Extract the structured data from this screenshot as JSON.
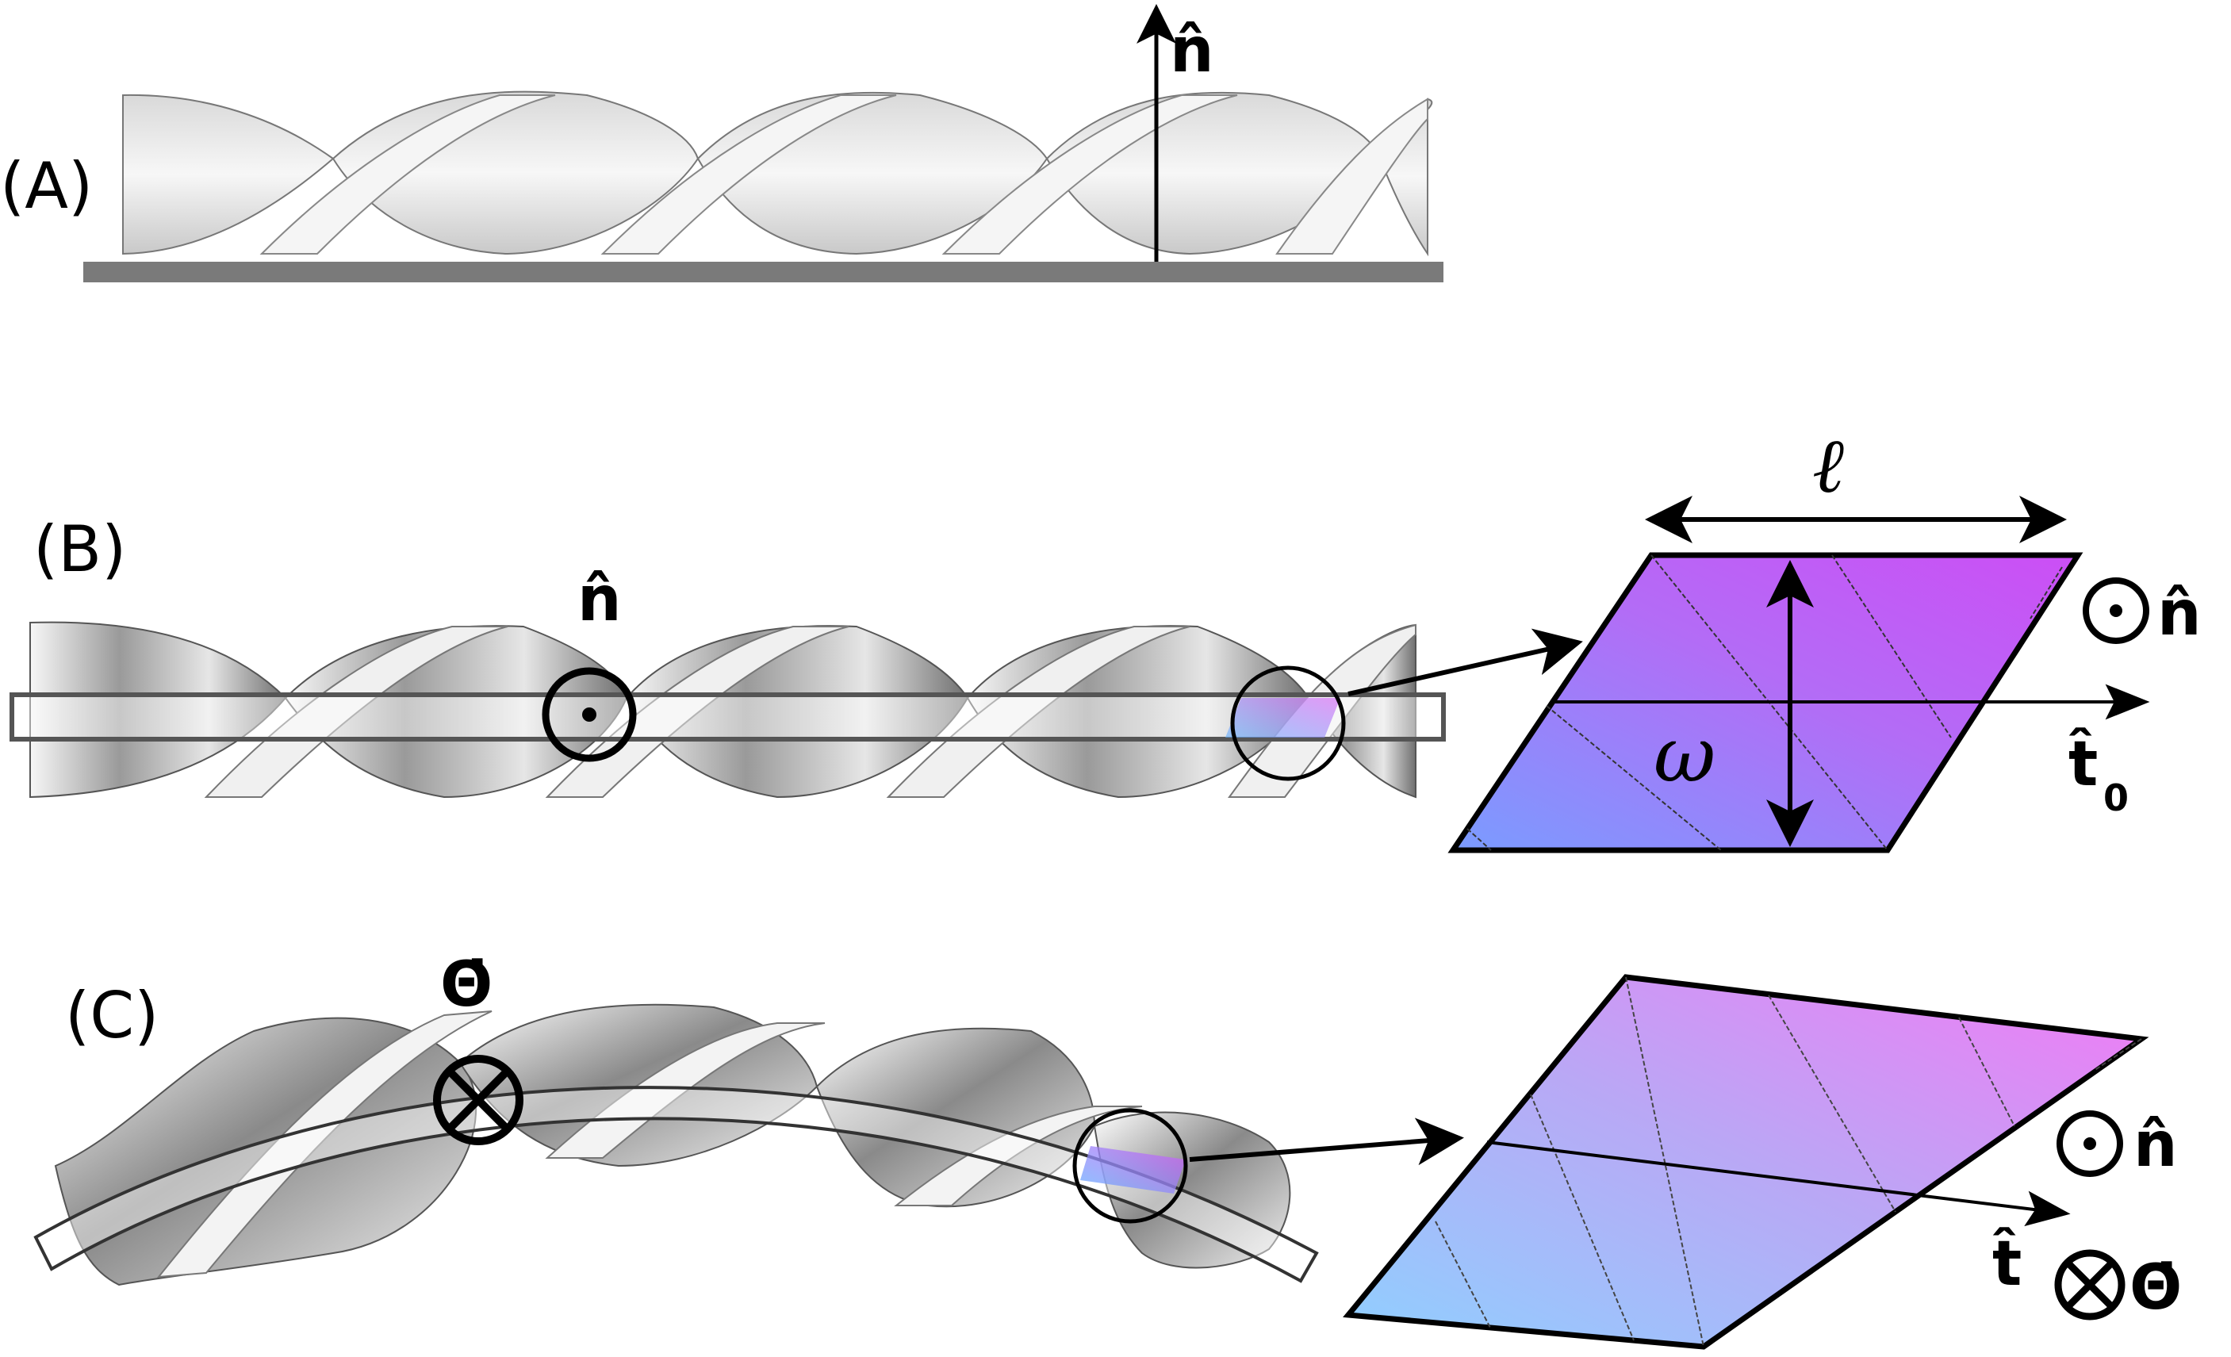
{
  "panels": {
    "a": {
      "label": "(A)",
      "normal_symbol": "n̂"
    },
    "b": {
      "label": "(B)",
      "normal_symbol": "n̂",
      "inset_normal": "n̂",
      "tangent": "t̂",
      "tangent_sub": "0",
      "length_symbol": "ℓ",
      "width_symbol": "ω"
    },
    "c": {
      "label": "(C)",
      "theta_symbol": "Θ̇",
      "inset_normal": "n̂",
      "tangent": "t̂",
      "inset_theta": "Θ̇"
    }
  },
  "colors": {
    "ribbon_light": "#f2f2f2",
    "ribbon_mid": "#bdbdbd",
    "ribbon_dark": "#6f6f6f",
    "substrate": "#7a7a7a",
    "inset_gradient_b": [
      "#7a9cff",
      "#b36cf6",
      "#cc4ef5"
    ],
    "inset_gradient_c": [
      "#8fd0ff",
      "#b9a8f5",
      "#f27af5"
    ]
  }
}
